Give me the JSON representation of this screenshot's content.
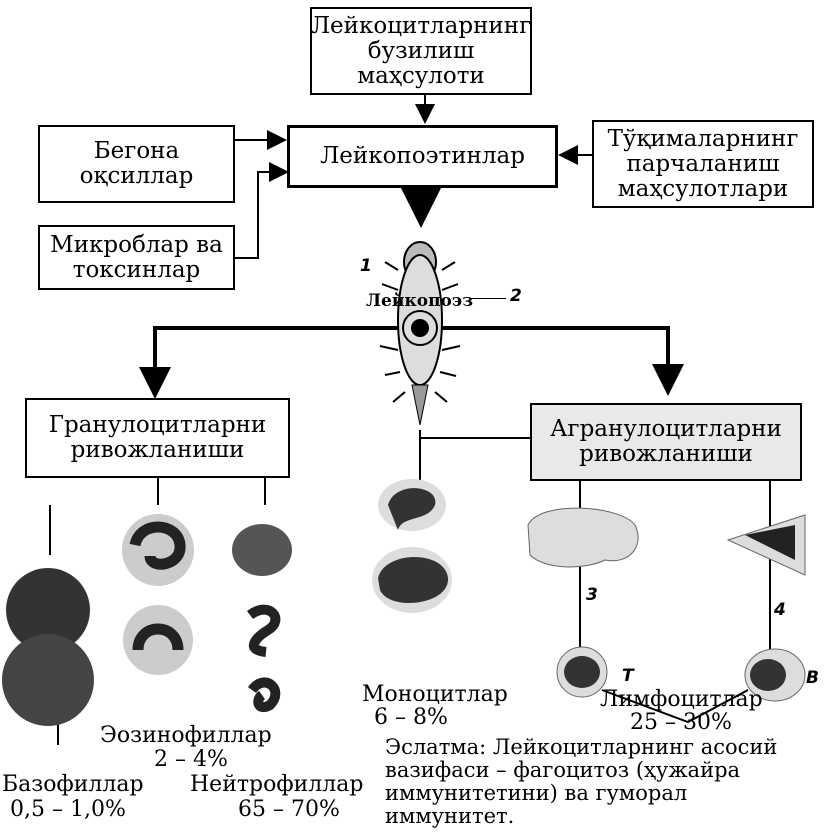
{
  "boxes": {
    "breakdown_products": "Лейкоцитларнинг\nбузилиш\nмаҳсулоти",
    "foreign_proteins": "Бегона\noқсиллар",
    "leukopoietins": "Лейкопоэтинлар",
    "tissue_breakdown": "Тўқималарнинг\nпарчаланиш\nмаҳсулотлари",
    "microbes_toxins": "Микроблар ва\nтоксинлар",
    "granulocyte_dev": "Гранулоцитларни\nривожланиши",
    "agranulocyte_dev": "Агранулоцитларни\nривожланиши"
  },
  "center": {
    "leukopoiesis": "Лейкопоэз",
    "marker_1": "1",
    "marker_2": "2",
    "marker_3": "3",
    "marker_4": "4",
    "marker_t": "T",
    "marker_b": "B"
  },
  "cells": {
    "monocytes": {
      "name": "Моноцитлар",
      "percent": "6 – 8%"
    },
    "lymphocytes": {
      "name": "Лимфоцитлар",
      "percent": "25 – 30%"
    },
    "eosinophils": {
      "name": "Эозинофиллар",
      "percent": "2 – 4%"
    },
    "basophils": {
      "name": "Базофиллар",
      "percent": "0,5 – 1,0%"
    },
    "neutrophils": {
      "name": "Нейтрофиллар",
      "percent": "65 – 70%"
    }
  },
  "note": "Эслатма: Лейкоцитларнинг асосий\n    вазифаси – фагоцитоз (ҳужайра\n    иммунитетини) ва гуморал\n    иммунитет."
}
